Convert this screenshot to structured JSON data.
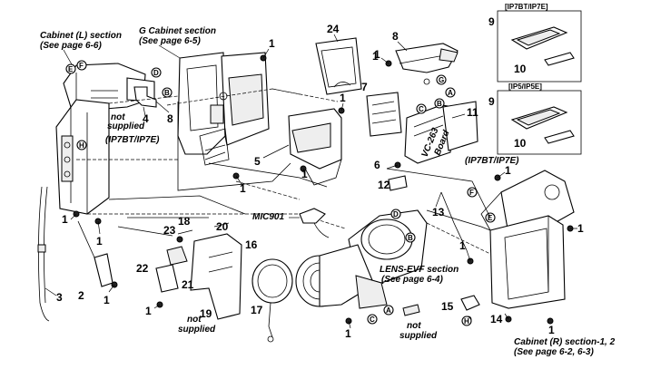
{
  "labels": {
    "cabinet_l": [
      "Cabinet (L) section",
      "(See page 6-6)"
    ],
    "cabinet_g": [
      "G Cabinet section",
      "(See page 6-5)"
    ],
    "not_supplied_a": [
      "not",
      "supplied"
    ],
    "ip7bt_a": "(IP7BT/IP7E)",
    "ip7bt_b": "(IP7BT/IP7E)",
    "ip7bt_box": "[IP7BT/IP7E]",
    "ip5_box": "[IP5/IP5E]",
    "mic901": "MIC901",
    "vc263": [
      "VC-263",
      "Board"
    ],
    "lens_evf": [
      "LENS-EVF section",
      "(See page 6-4)"
    ],
    "not_supplied_b": [
      "not",
      "supplied"
    ],
    "not_supplied_c": [
      "not",
      "supplied"
    ],
    "cabinet_r": [
      "Cabinet (R) section-1, 2",
      "(See page 6-2, 6-3)"
    ]
  },
  "refs": [
    "1",
    "2",
    "3",
    "4",
    "5",
    "6",
    "7",
    "8",
    "9",
    "10",
    "11",
    "12",
    "13",
    "14",
    "15",
    "16",
    "17",
    "18",
    "19",
    "20",
    "21",
    "22",
    "23",
    "24"
  ],
  "circle_letters": [
    "A",
    "B",
    "C",
    "D",
    "E",
    "F",
    "G",
    "H"
  ]
}
